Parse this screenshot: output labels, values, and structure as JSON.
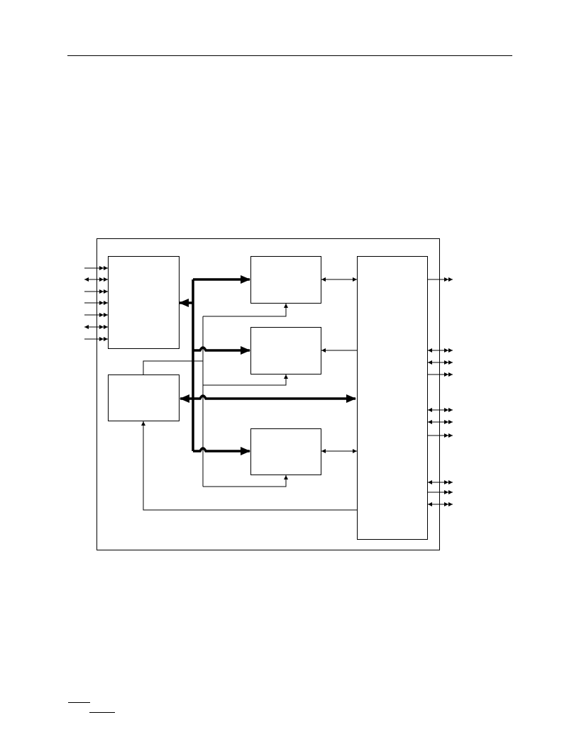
{
  "page": {
    "header_text": "",
    "footer_text": ""
  },
  "diagram": {
    "blocks": [
      {
        "id": "left-top-block",
        "label": ""
      },
      {
        "id": "left-bottom-block",
        "label": ""
      },
      {
        "id": "middle-top-block",
        "label": ""
      },
      {
        "id": "middle-center-block",
        "label": ""
      },
      {
        "id": "middle-bottom-block",
        "label": ""
      },
      {
        "id": "right-tall-block",
        "label": ""
      }
    ],
    "input_pin_directions": [
      "in",
      "bidir",
      "in",
      "in",
      "in",
      "bidir",
      "in"
    ],
    "output_pin_groups": [
      [
        "out"
      ],
      [
        "bidir",
        "bidir",
        "out"
      ],
      [
        "bidir",
        "in",
        "out"
      ],
      [
        "bidir",
        "out",
        "bidir"
      ]
    ]
  }
}
